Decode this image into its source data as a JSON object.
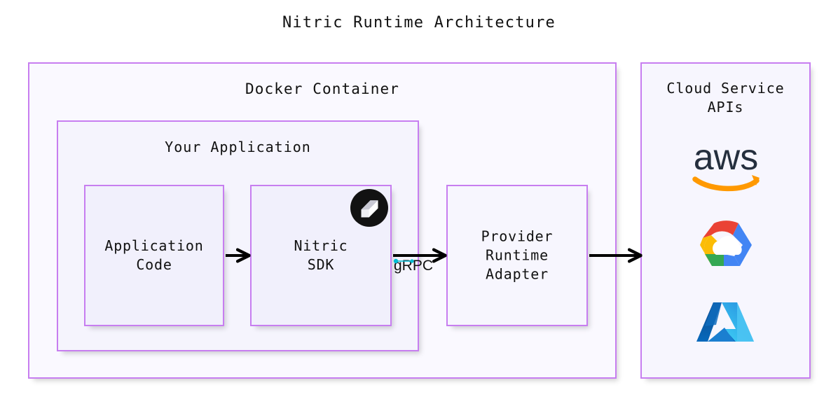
{
  "title": "Nitric Runtime Architecture",
  "colors": {
    "box_border": "#c77ef0",
    "box_fill": "#f6f5fd",
    "page_background": "#ffffff",
    "arrow": "#000000",
    "aws_text": "#252f3e",
    "aws_smile": "#f90",
    "gcp_red": "#ea4335",
    "gcp_yellow": "#fbbc05",
    "gcp_green": "#34a853",
    "gcp_blue": "#4285f4",
    "azure_dark_blue": "#0f6cbd",
    "azure_light_blue": "#50c3f7",
    "nitric_badge": "#111111",
    "edge_handle": "#00bcd4"
  },
  "containers": {
    "docker": {
      "label": "Docker Container",
      "children": {
        "your_application": {
          "label": "Your Application",
          "boxes": [
            {
              "id": "application-code",
              "label": "Application\nCode"
            },
            {
              "id": "nitric-sdk",
              "label": "Nitric\nSDK",
              "badge": "nitric-logo"
            }
          ]
        },
        "provider_runtime_adapter": {
          "label": "Provider\nRuntime\nAdapter"
        }
      }
    },
    "cloud": {
      "label": "Cloud Service\nAPIs",
      "logos": [
        {
          "id": "aws-logo",
          "name": "aws",
          "wordmark": "aws"
        },
        {
          "id": "gcp-logo",
          "name": "google-cloud"
        },
        {
          "id": "azure-logo",
          "name": "microsoft-azure"
        }
      ]
    }
  },
  "connections": [
    {
      "id": "code-to-sdk",
      "from": "application-code",
      "to": "nitric-sdk",
      "label": ""
    },
    {
      "id": "sdk-to-adapter",
      "from": "nitric-sdk",
      "to": "provider-runtime-adapter",
      "label": "gRPC"
    },
    {
      "id": "adapter-to-cloud",
      "from": "provider-runtime-adapter",
      "to": "cloud-panel",
      "label": ""
    }
  ]
}
